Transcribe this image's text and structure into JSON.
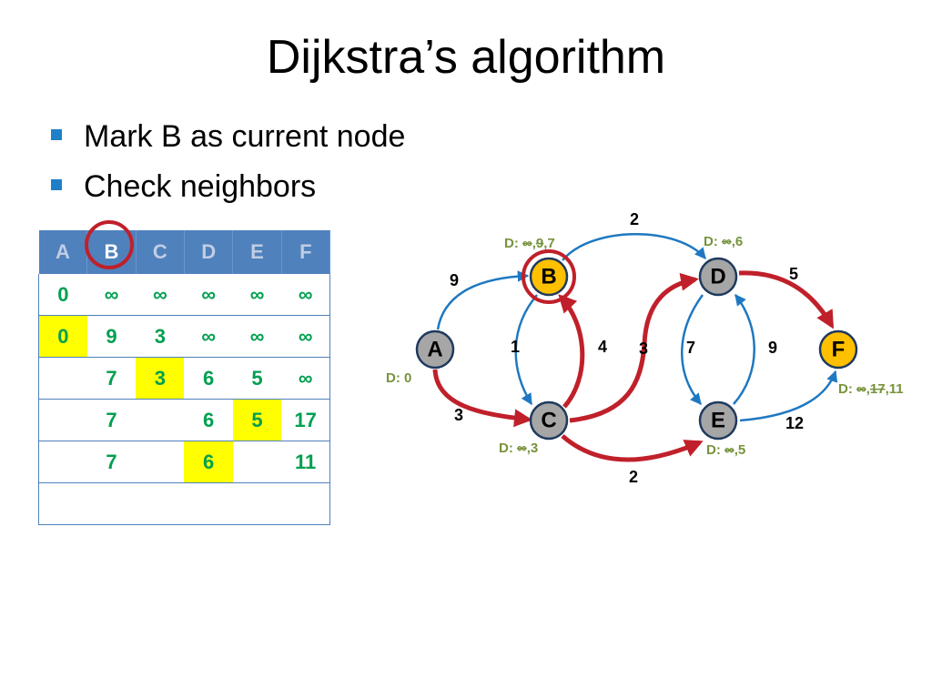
{
  "title": "Dijkstra’s  algorithm",
  "bullets": [
    "Mark B as current node",
    "Check neighbors"
  ],
  "table": {
    "headers": [
      "A",
      "B",
      "C",
      "D",
      "E",
      "F"
    ],
    "active_header": "B",
    "rows": [
      [
        "0",
        "∞",
        "∞",
        "∞",
        "∞",
        "∞"
      ],
      [
        "0",
        "9",
        "3",
        "∞",
        "∞",
        "∞"
      ],
      [
        "",
        "7",
        "3",
        "6",
        "5",
        "∞"
      ],
      [
        "",
        "7",
        "",
        "6",
        "5",
        "17"
      ],
      [
        "",
        "7",
        "",
        "6",
        "",
        "11"
      ],
      [
        "",
        "",
        "",
        "",
        "",
        ""
      ]
    ],
    "highlighted_cells": [
      [
        1,
        0
      ],
      [
        2,
        2
      ],
      [
        3,
        4
      ],
      [
        4,
        3
      ]
    ]
  },
  "graph": {
    "nodes": [
      {
        "id": "A",
        "state": "visited"
      },
      {
        "id": "B",
        "state": "current"
      },
      {
        "id": "C",
        "state": "visited"
      },
      {
        "id": "D",
        "state": "visited"
      },
      {
        "id": "E",
        "state": "visited"
      },
      {
        "id": "F",
        "state": "frontier"
      }
    ],
    "edges": [
      {
        "from": "A",
        "to": "B",
        "weight": "9",
        "path": false
      },
      {
        "from": "A",
        "to": "C",
        "weight": "3",
        "path": true
      },
      {
        "from": "B",
        "to": "C",
        "weight": "1",
        "path": false
      },
      {
        "from": "C",
        "to": "B",
        "weight": "4",
        "path": true
      },
      {
        "from": "B",
        "to": "D",
        "weight": "2",
        "path": false
      },
      {
        "from": "C",
        "to": "D",
        "weight": "3",
        "path": true
      },
      {
        "from": "C",
        "to": "E",
        "weight": "2",
        "path": true
      },
      {
        "from": "D",
        "to": "E",
        "weight": "7",
        "path": false
      },
      {
        "from": "E",
        "to": "D",
        "weight": "9",
        "path": false
      },
      {
        "from": "D",
        "to": "F",
        "weight": "5",
        "path": true
      },
      {
        "from": "E",
        "to": "F",
        "weight": "12",
        "path": false
      }
    ],
    "distance_labels": {
      "A": {
        "prefix": "D: ",
        "struck": [],
        "current": "0"
      },
      "B": {
        "prefix": "D: ",
        "struck": [
          "∞",
          "9"
        ],
        "current": "7"
      },
      "C": {
        "prefix": "D: ",
        "struck": [
          "∞"
        ],
        "current": "3"
      },
      "D": {
        "prefix": "D: ",
        "struck": [
          "∞"
        ],
        "current": "6"
      },
      "E": {
        "prefix": "D: ",
        "struck": [
          "∞"
        ],
        "current": "5"
      },
      "F": {
        "prefix": "D: ",
        "struck": [
          "∞",
          "17"
        ],
        "current": "11"
      }
    }
  },
  "colors": {
    "visited_node": "#a6a6a6",
    "frontier_node": "#ffc000",
    "path_edge": "#c0202a",
    "other_edge": "#1f78c1",
    "distance_text": "#77933c",
    "table_value": "#00a050",
    "table_header": "#4f81bd",
    "highlight": "#ffff00"
  }
}
